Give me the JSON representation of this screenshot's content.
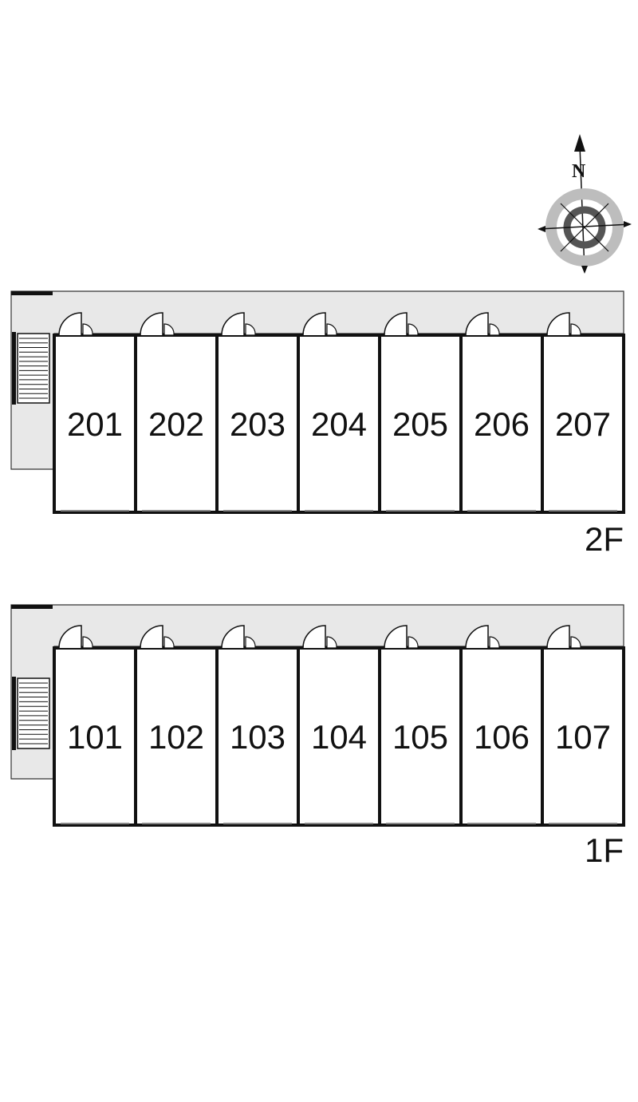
{
  "compass": {
    "north_label": "N",
    "icon": "compass-rose-icon"
  },
  "floors": [
    {
      "id": "2f",
      "label": "2F",
      "rooms": [
        "201",
        "202",
        "203",
        "204",
        "205",
        "206",
        "207"
      ]
    },
    {
      "id": "1f",
      "label": "1F",
      "rooms": [
        "101",
        "102",
        "103",
        "104",
        "105",
        "106",
        "107"
      ]
    }
  ],
  "colors": {
    "walkway": "#e8e8e8",
    "wall": "#111111",
    "background": "#ffffff"
  }
}
